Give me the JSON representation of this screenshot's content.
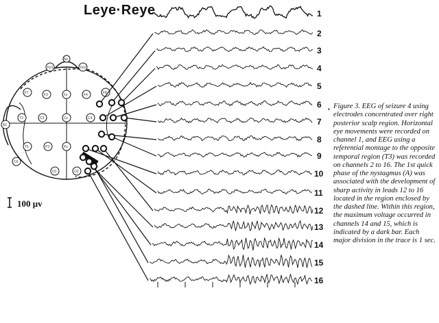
{
  "title": "Leye·Reye",
  "scale_label": "100 μv",
  "caption": {
    "bullet": "▪",
    "text": "Figure 3. EEG of seizure 4 using electrodes concentrated over right posterior scalp region. Horizontal eye movements were recorded on channel 1, and EEG using a referential montage to the opposite temporal region (T3) was recorded on channels 2 to 16. The 1st quick phase of the nystagmus (A) was associated with the development of sharp activity in leads 12 to 16 located in the region enclosed by the dashed line. Within this region, the maximum voltage occurred in channels 14 and 15, which is indicated by a dark bar. Each major division in the trace is 1 sec."
  },
  "channels": [
    "1",
    "2",
    "3",
    "4",
    "5",
    "6",
    "7",
    "8",
    "9",
    "10",
    "11",
    "12",
    "13",
    "14",
    "15",
    "16"
  ],
  "electrodes": {
    "nasion": "Nz",
    "left_prefrontal": "Fp1",
    "right_prefrontal": "Fp2",
    "left_frontal": "F3",
    "left_mid_frontal": "F7",
    "frontal_mid": "Fz",
    "right_frontal": "F4",
    "right_lateral_frontal": "F8",
    "left_central": "C3",
    "central_mid": "Cz",
    "right_central": "C4",
    "left_temporal": "T3",
    "left_post_temporal": "T5",
    "left_parietal": "P3",
    "parietal_mid": "Pz",
    "left_occipital": "O1",
    "right_occipital": "O2",
    "left_ear": "A1",
    "left_far": "C6"
  }
}
